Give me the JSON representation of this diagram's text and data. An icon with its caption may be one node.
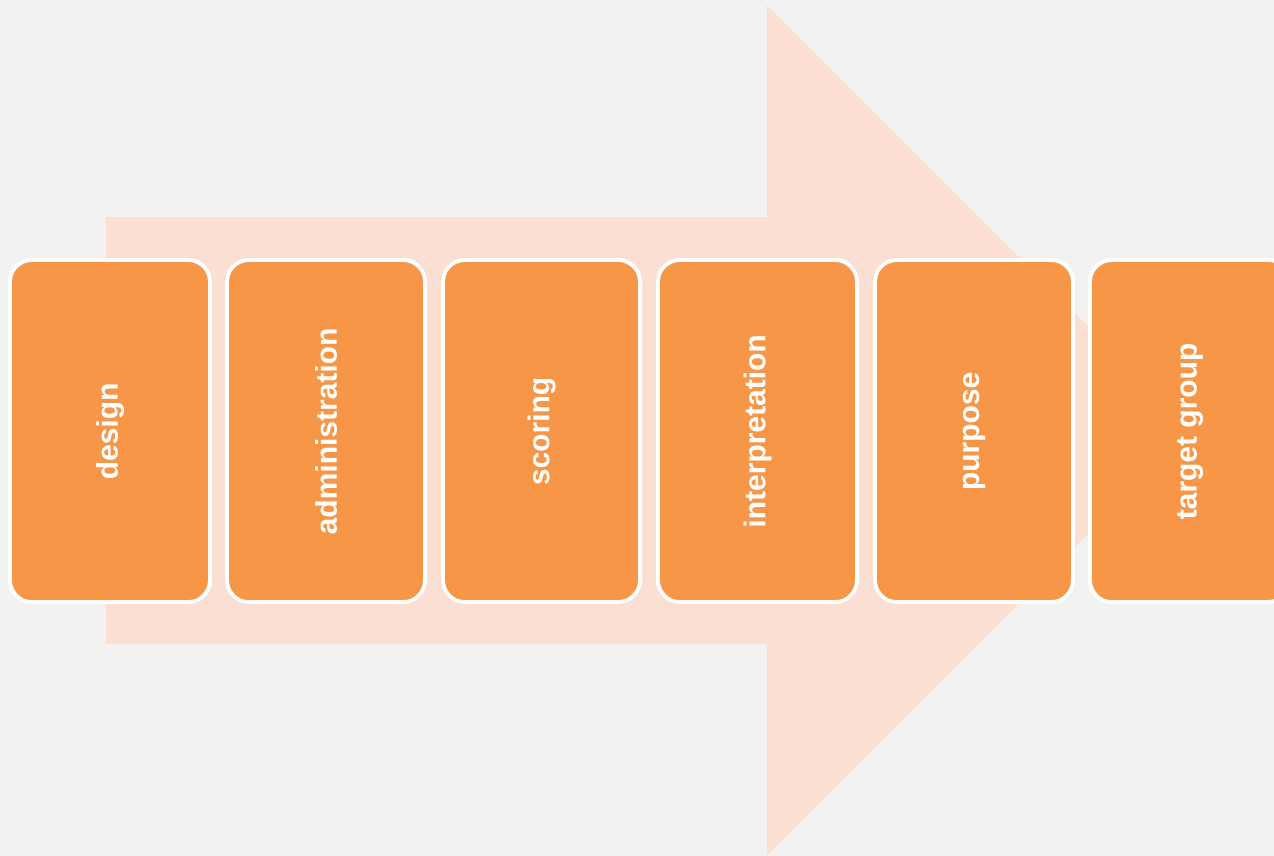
{
  "diagram": {
    "nodes": [
      {
        "text": [
          "design"
        ]
      },
      {
        "text": [
          "administration"
        ]
      },
      {
        "text": [
          "scoring"
        ]
      },
      {
        "text": [
          "interpretation"
        ]
      },
      {
        "text": [
          "purpose"
        ]
      },
      {
        "text": [
          "target group"
        ]
      }
    ],
    "edges": [
      {
        "from": 0,
        "to": 5,
        "arrow": "to"
      }
    ]
  }
}
